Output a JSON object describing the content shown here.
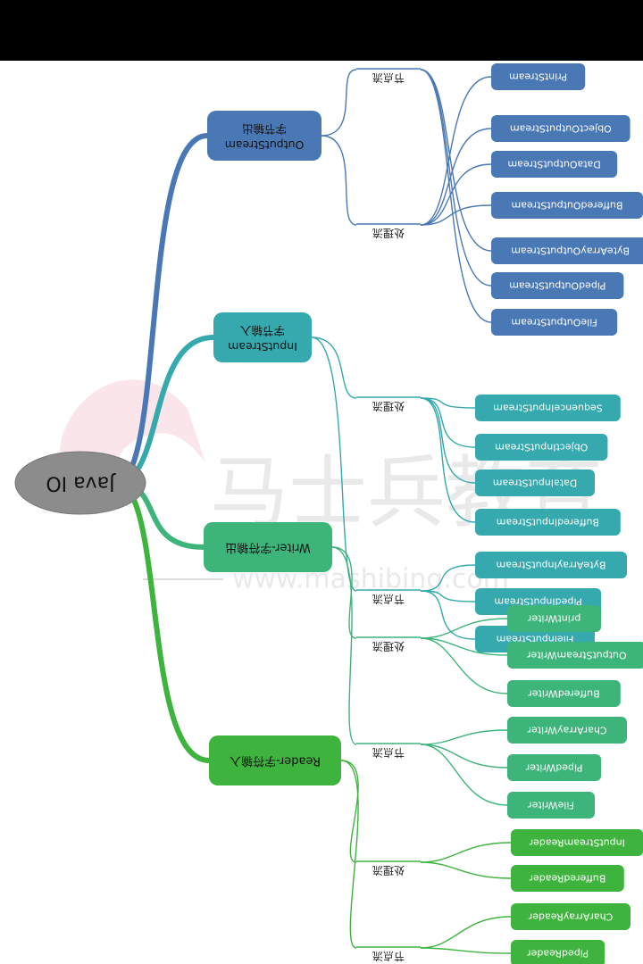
{
  "root": {
    "label": "Java IO"
  },
  "watermark": {
    "brand": "马士兵教育",
    "url": "www.mashibing.com"
  },
  "groups": [
    {
      "label": "OutputStream字节输出",
      "color": "#4a78b5",
      "subgroups": [
        {
          "label": "处理流",
          "leaves": [
            "PrintStream",
            "ObjectOutputStream",
            "DataOutputStream",
            "BufferedOutputStream"
          ]
        },
        {
          "label": "节点流",
          "leaves": [
            "ByteArrayOutputStream",
            "PipedOutputStream",
            "FileOutputStream"
          ]
        }
      ]
    },
    {
      "label": "InputStream字节输入",
      "color": "#35a9ad",
      "subgroups": [
        {
          "label": "处理流",
          "leaves": [
            "SequenceInputStream",
            "ObjectInputStream",
            "DataInputStream",
            "BufferedInputStream"
          ]
        },
        {
          "label": "节点流",
          "leaves": [
            "ByteArrayInputStream",
            "PipedInputStream",
            "FileInputStream"
          ]
        }
      ]
    },
    {
      "label": "Writer-字符输出",
      "color": "#3db47a",
      "subgroups": [
        {
          "label": "处理流",
          "leaves": [
            "printWriter",
            "OutputStreamWriter",
            "BufferedWriter"
          ]
        },
        {
          "label": "节点流",
          "leaves": [
            "CharArrayWriter",
            "PipedWriter",
            "FileWriter"
          ]
        }
      ]
    },
    {
      "label": "Reader-字符输入",
      "color": "#3eb43e",
      "subgroups": [
        {
          "label": "处理流",
          "leaves": [
            "InputStreamReader",
            "BufferedReader"
          ]
        },
        {
          "label": "节点流",
          "leaves": [
            "CharArrayReader",
            "PipedReader"
          ]
        }
      ]
    }
  ]
}
